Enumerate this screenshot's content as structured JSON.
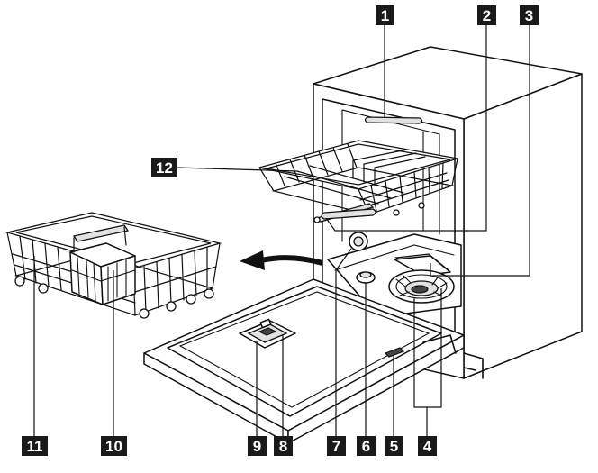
{
  "callouts": [
    {
      "id": "1",
      "label": "1"
    },
    {
      "id": "2",
      "label": "2"
    },
    {
      "id": "3",
      "label": "3"
    },
    {
      "id": "4",
      "label": "4"
    },
    {
      "id": "5",
      "label": "5"
    },
    {
      "id": "6",
      "label": "6"
    },
    {
      "id": "7",
      "label": "7"
    },
    {
      "id": "8",
      "label": "8"
    },
    {
      "id": "9",
      "label": "9"
    },
    {
      "id": "10",
      "label": "10"
    },
    {
      "id": "11",
      "label": "11"
    },
    {
      "id": "12",
      "label": "12"
    }
  ],
  "colors": {
    "ink": "#111111",
    "callout_bg": "#1a1a1a",
    "callout_text": "#ffffff",
    "background": "#ffffff"
  }
}
